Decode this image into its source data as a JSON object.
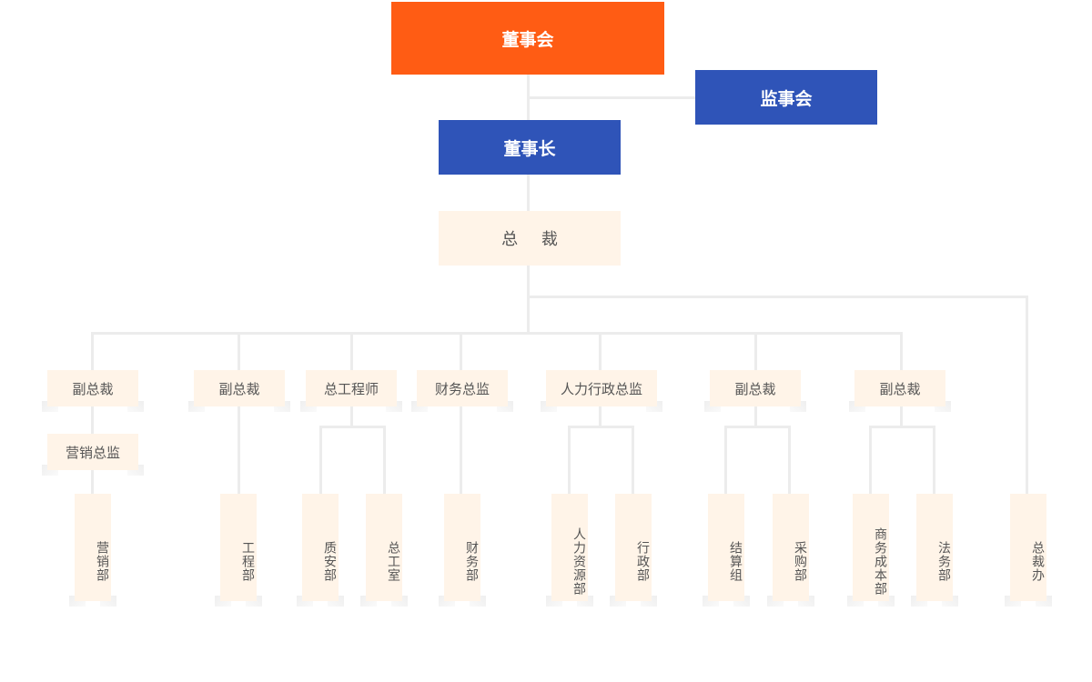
{
  "chart": {
    "board": "董事会",
    "supervisors": "监事会",
    "chairman": "董事长",
    "president": "总 裁",
    "mid": [
      "副总裁",
      "营销总监",
      "副总裁",
      "总工程师",
      "财务总监",
      "人力行政总监",
      "副总裁",
      "副总裁"
    ],
    "depts": [
      "营销部",
      "工程部",
      "质安部",
      "总工室",
      "财务部",
      "人力资源部",
      "行政部",
      "结算组",
      "采购部",
      "商务成本部",
      "法务部",
      "总裁办"
    ]
  },
  "colors": {
    "board": "#ff5c14",
    "blue": "#2f54b8",
    "box_fill": "#fff4e8",
    "line": "#ececec"
  }
}
